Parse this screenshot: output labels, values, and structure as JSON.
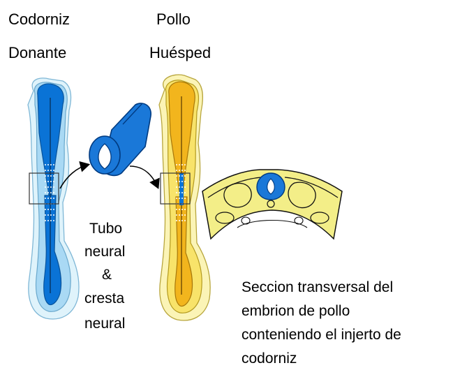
{
  "labels": {
    "donor_species": "Codorniz",
    "donor_role": "Donante",
    "host_species": "Pollo",
    "host_role": "Huésped",
    "graft_lines": [
      "Tubo",
      "neural",
      "&",
      "cresta",
      "neural"
    ],
    "section_lines": [
      "Seccion transversal del",
      "embrion de pollo",
      "conteniendo el injerto de",
      "codorniz"
    ]
  },
  "colors": {
    "quail_embryo": "#0a73d6",
    "quail_outer": "#a9d9f4",
    "quail_halo": "#dff3fb",
    "chick_embryo": "#f2b51d",
    "chick_outer": "#f8e36a",
    "chick_halo": "#fbf4b6",
    "graft_tube": "#1a78d8",
    "section_fill": "#f3ee88"
  }
}
